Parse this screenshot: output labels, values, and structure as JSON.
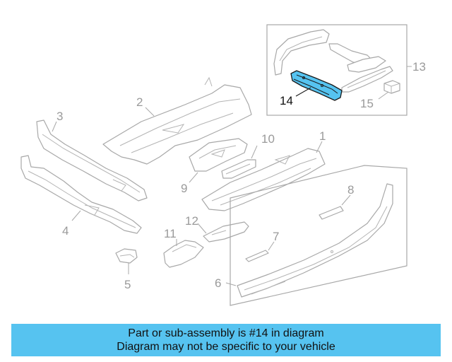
{
  "callouts": {
    "c1": "1",
    "c2": "2",
    "c3": "3",
    "c4": "4",
    "c5": "5",
    "c6": "6",
    "c7": "7",
    "c8": "8",
    "c9": "9",
    "c10": "10",
    "c11": "11",
    "c12": "12",
    "c13": "13",
    "c14": "14",
    "c15": "15"
  },
  "highlighted_part": "14",
  "banner": {
    "line1": "Part or sub-assembly is #14 in diagram",
    "line2": "Diagram may not be specific to your vehicle"
  },
  "colors": {
    "highlight": "#56c3f0",
    "banner_background": "#56c3f0",
    "part_outline": "#a8a8a8",
    "callout_text": "#9a9a9a"
  }
}
